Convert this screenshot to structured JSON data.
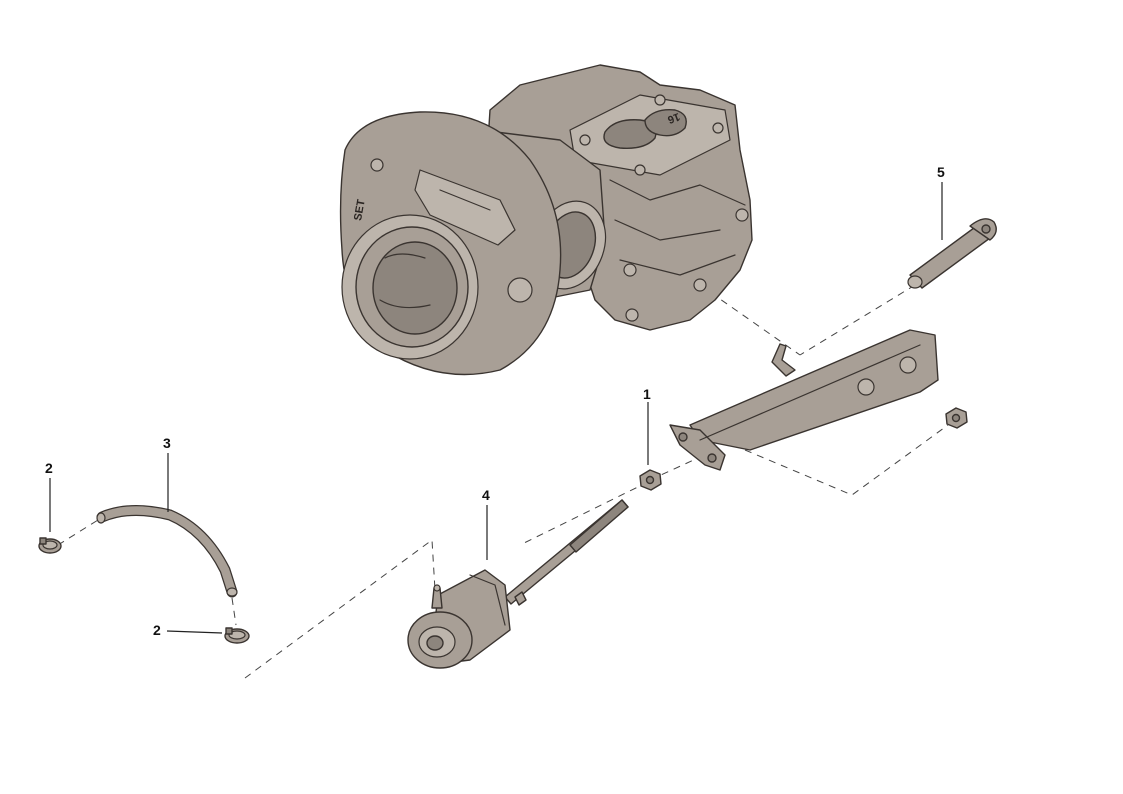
{
  "callouts": {
    "c1": "1",
    "c2a": "2",
    "c2b": "2",
    "c3": "3",
    "c4": "4",
    "c5": "5"
  },
  "stamps": {
    "turbo_brand_fragment": "SET",
    "flange_mark": "16"
  },
  "colors": {
    "part_fill": "#a89f96",
    "part_outline": "#3a3430",
    "background": "#ffffff"
  }
}
